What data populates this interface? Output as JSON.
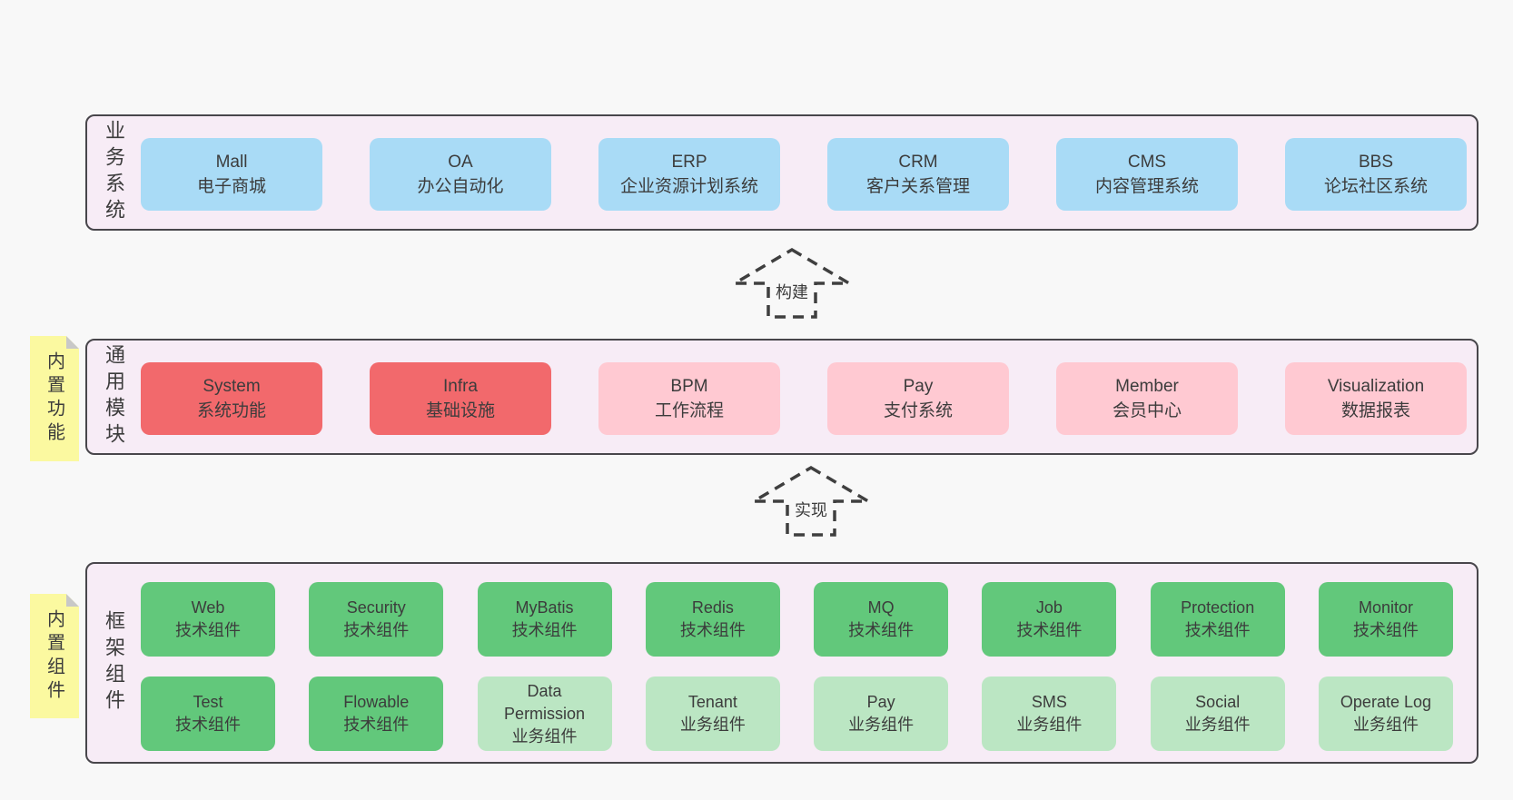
{
  "colors": {
    "page_bg": "#f8f8f8",
    "section_bg": "#f7ecf6",
    "border": "#48464b",
    "arrow": "#3f3f3f",
    "text": "#3c3c3c",
    "box_blue": "#a9dbf6",
    "box_red": "#f2696c",
    "box_pink": "#ffc9d2",
    "box_green": "#62c87b",
    "box_green_light": "#bbe6c3",
    "sticky_yellow": "#fbf9a0",
    "sticky_fold": "#c8c8c8"
  },
  "sections": {
    "business": {
      "label": "业务系统",
      "boxes": [
        {
          "title": "Mall",
          "subtitle": "电子商城",
          "variant": "blue"
        },
        {
          "title": "OA",
          "subtitle": "办公自动化",
          "variant": "blue"
        },
        {
          "title": "ERP",
          "subtitle": "企业资源计划系统",
          "variant": "blue"
        },
        {
          "title": "CRM",
          "subtitle": "客户关系管理",
          "variant": "blue"
        },
        {
          "title": "CMS",
          "subtitle": "内容管理系统",
          "variant": "blue"
        },
        {
          "title": "BBS",
          "subtitle": "论坛社区系统",
          "variant": "blue"
        }
      ]
    },
    "modules": {
      "label": "通用模块",
      "sticky": "内置功能",
      "boxes": [
        {
          "title": "System",
          "subtitle": "系统功能",
          "variant": "red"
        },
        {
          "title": "Infra",
          "subtitle": "基础设施",
          "variant": "red"
        },
        {
          "title": "BPM",
          "subtitle": "工作流程",
          "variant": "pink"
        },
        {
          "title": "Pay",
          "subtitle": "支付系统",
          "variant": "pink"
        },
        {
          "title": "Member",
          "subtitle": "会员中心",
          "variant": "pink"
        },
        {
          "title": "Visualization",
          "subtitle": "数据报表",
          "variant": "pink"
        }
      ]
    },
    "framework": {
      "label": "框架组件",
      "sticky": "内置组件",
      "row1": [
        {
          "title": "Web",
          "subtitle": "技术组件",
          "variant": "green"
        },
        {
          "title": "Security",
          "subtitle": "技术组件",
          "variant": "green"
        },
        {
          "title": "MyBatis",
          "subtitle": "技术组件",
          "variant": "green"
        },
        {
          "title": "Redis",
          "subtitle": "技术组件",
          "variant": "green"
        },
        {
          "title": "MQ",
          "subtitle": "技术组件",
          "variant": "green"
        },
        {
          "title": "Job",
          "subtitle": "技术组件",
          "variant": "green"
        },
        {
          "title": "Protection",
          "subtitle": "技术组件",
          "variant": "green"
        },
        {
          "title": "Monitor",
          "subtitle": "技术组件",
          "variant": "green"
        }
      ],
      "row2": [
        {
          "title": "Test",
          "subtitle": "技术组件",
          "variant": "green"
        },
        {
          "title": "Flowable",
          "subtitle": "技术组件",
          "variant": "green"
        },
        {
          "title": "Data\nPermission",
          "subtitle": "业务组件",
          "variant": "green-light"
        },
        {
          "title": "Tenant",
          "subtitle": "业务组件",
          "variant": "green-light"
        },
        {
          "title": "Pay",
          "subtitle": "业务组件",
          "variant": "green-light"
        },
        {
          "title": "SMS",
          "subtitle": "业务组件",
          "variant": "green-light"
        },
        {
          "title": "Social",
          "subtitle": "业务组件",
          "variant": "green-light"
        },
        {
          "title": "Operate Log",
          "subtitle": "业务组件",
          "variant": "green-light"
        }
      ]
    }
  },
  "arrows": {
    "build": {
      "label": "构建"
    },
    "implement": {
      "label": "实现"
    }
  }
}
